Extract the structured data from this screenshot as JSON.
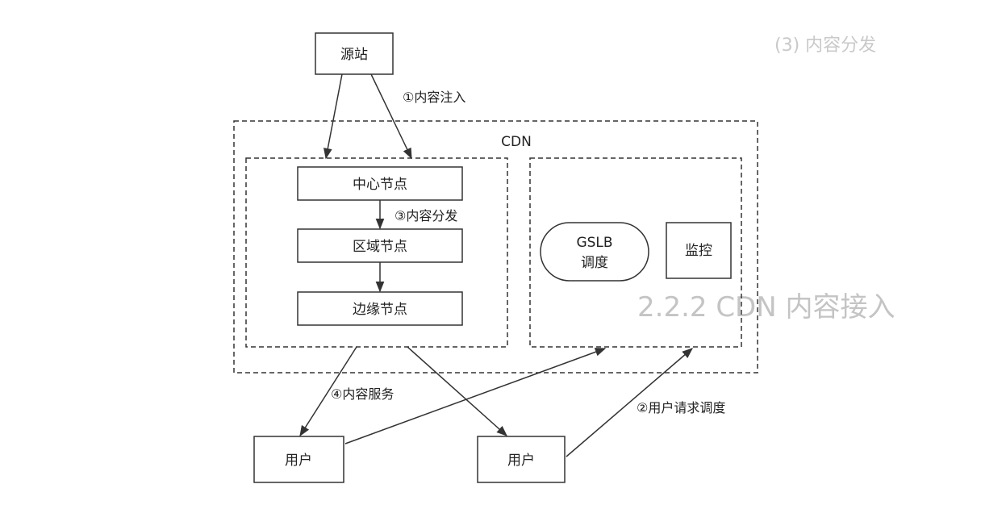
{
  "diagram": {
    "nodes": {
      "origin": "源站",
      "center": "中心节点",
      "region": "区域节点",
      "edge": "边缘节点",
      "gslb_line1": "GSLB",
      "gslb_line2": "调度",
      "monitor": "监控",
      "user_left": "用户",
      "user_right": "用户"
    },
    "groups": {
      "cdn": "CDN"
    },
    "edges": {
      "injection": "①内容注入",
      "user_request": "②用户请求调度",
      "distribution": "③内容分发",
      "service": "④内容服务"
    }
  },
  "background_text": {
    "line1": "(3) 内容分发",
    "line2": "2.2.2  CDN 内容接入"
  }
}
